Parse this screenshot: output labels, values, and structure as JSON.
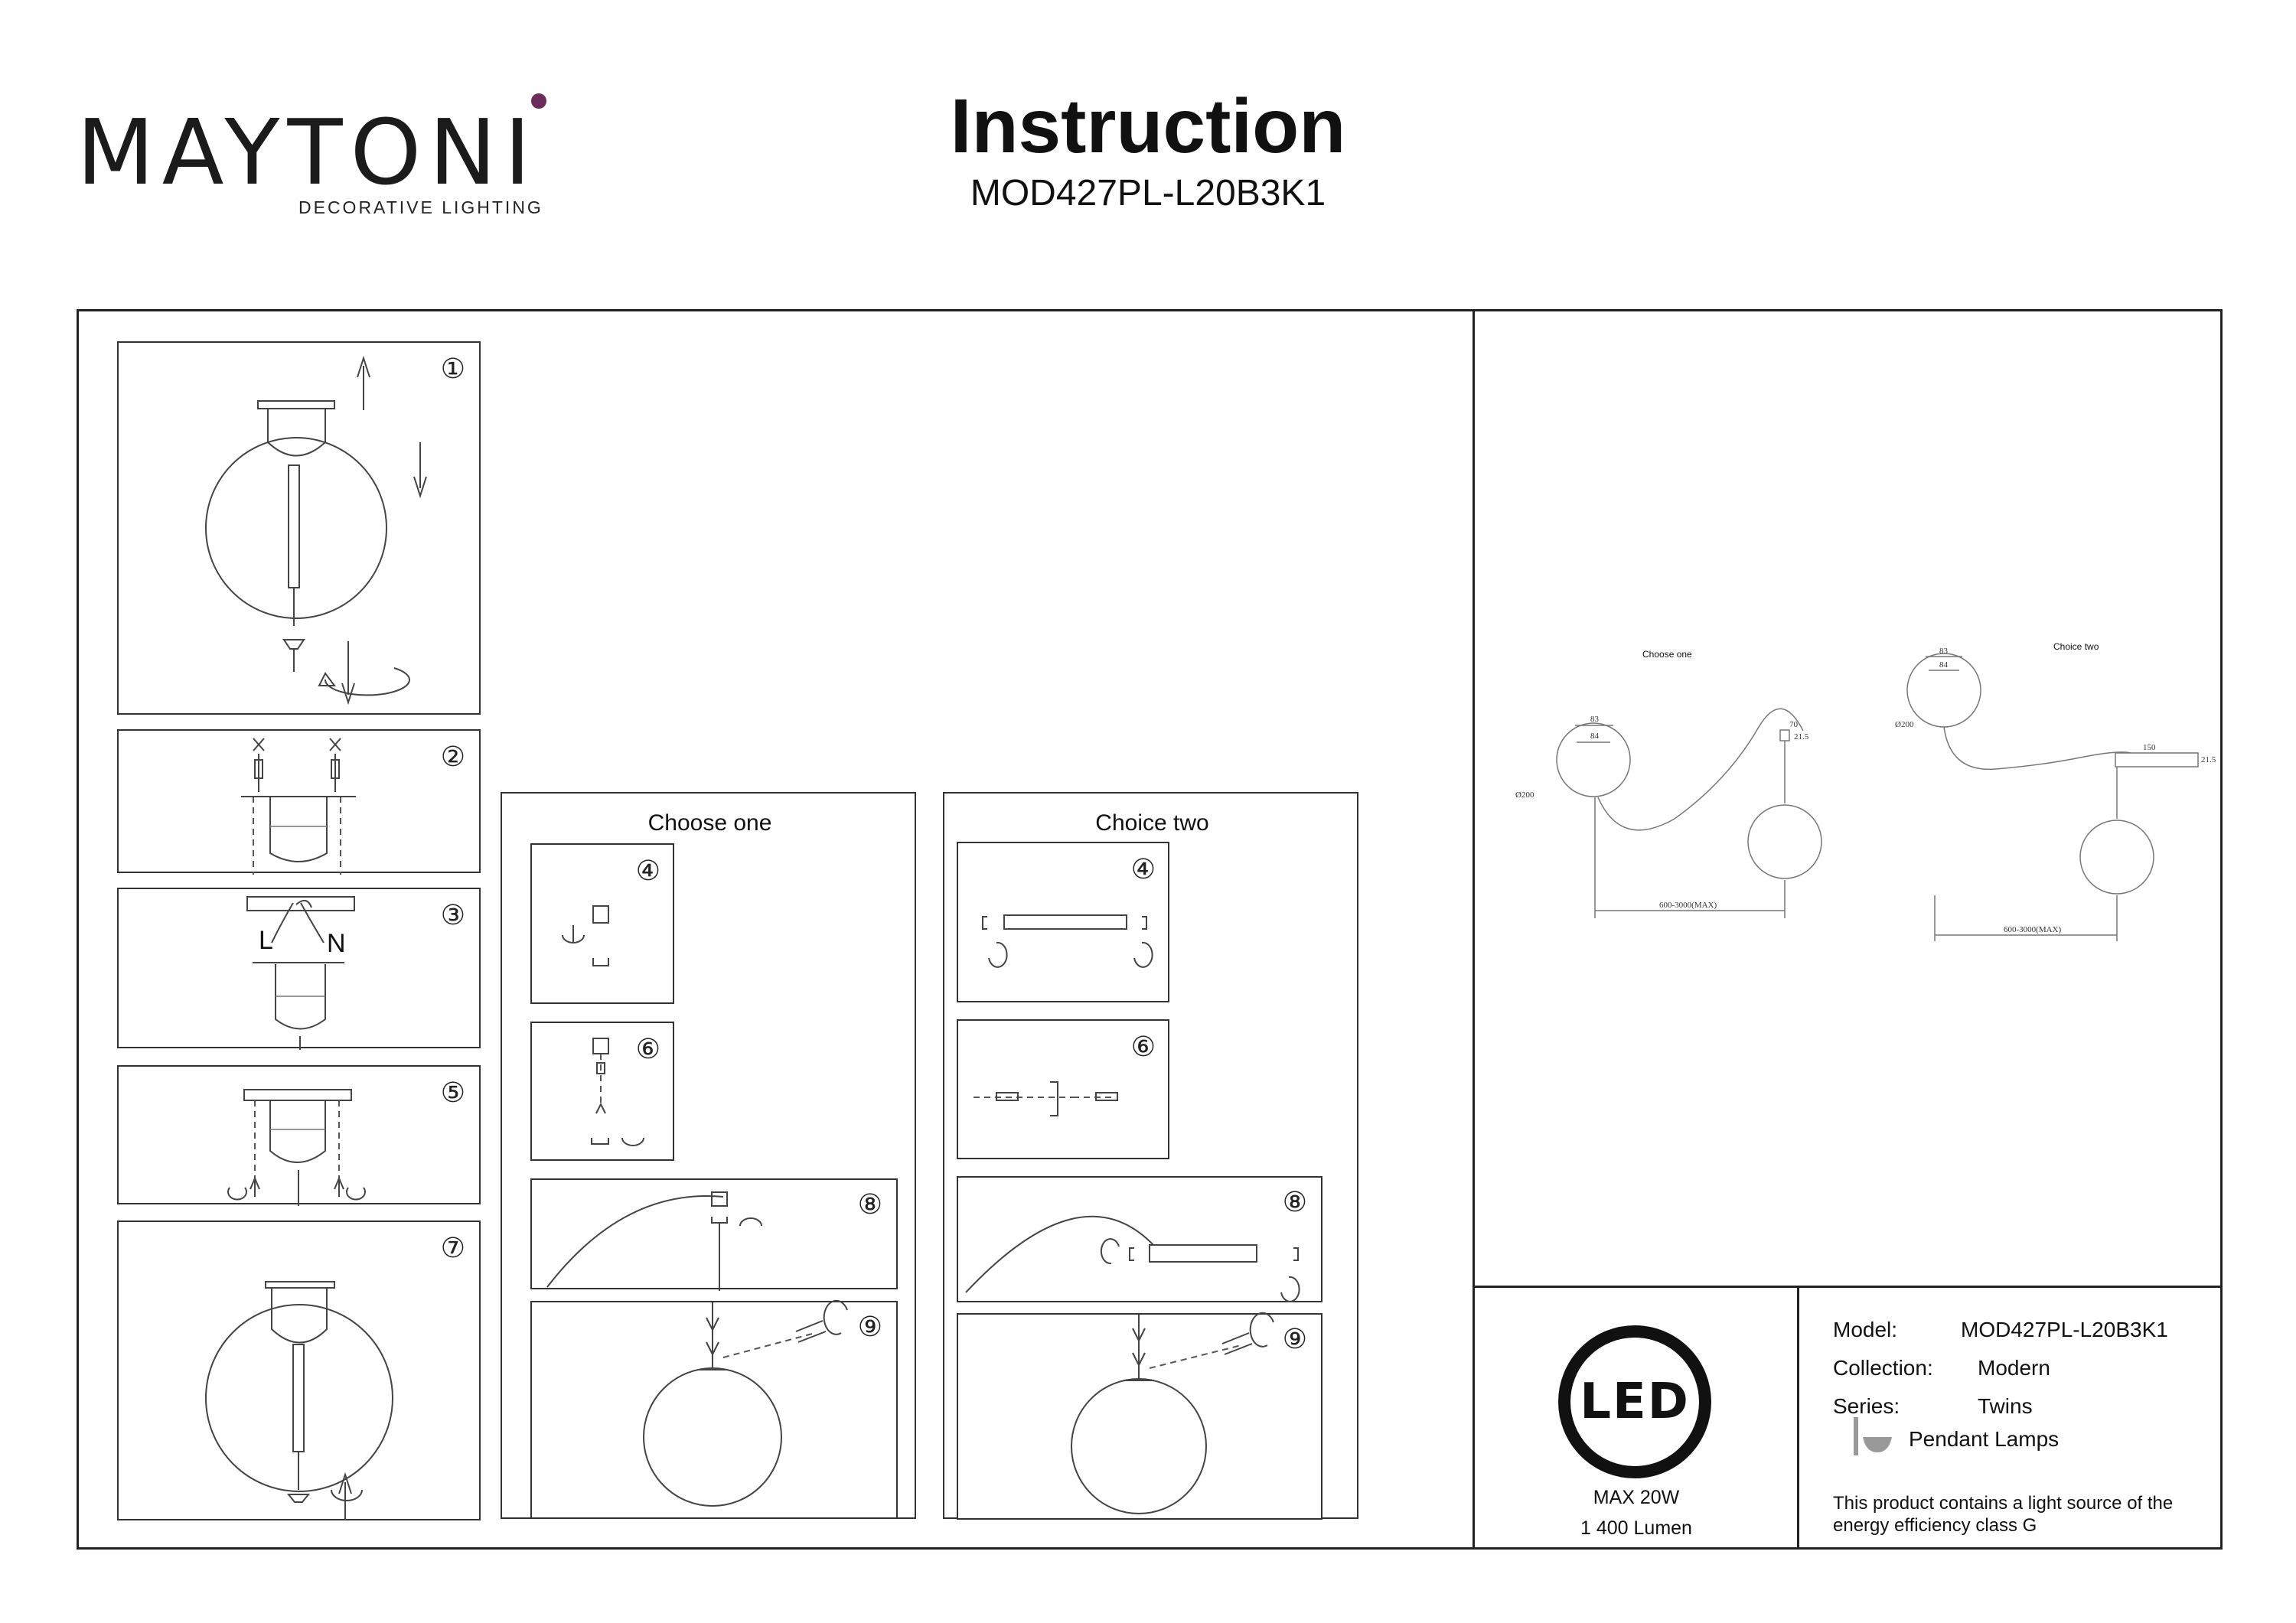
{
  "brand": {
    "name": "MAYTONI",
    "tagline": "DECORATIVE LIGHTING",
    "accent_color": "#6b2a5a"
  },
  "header": {
    "title": "Instruction",
    "model_code": "MOD427PL-L20B3K1"
  },
  "steps": {
    "s1": "①",
    "s2": "②",
    "s3": "③",
    "s5": "⑤",
    "s7": "⑦",
    "c1_s4": "④",
    "c1_s6": "⑥",
    "c1_s8": "⑧",
    "c1_s9": "⑨",
    "c2_s4": "④",
    "c2_s6": "⑥",
    "c2_s8": "⑧",
    "c2_s9": "⑨"
  },
  "wiring": {
    "live": "L",
    "neutral": "N"
  },
  "choices": {
    "one": "Choose one",
    "two": "Choice two"
  },
  "dimension_drawing": {
    "one": {
      "title": "Choose one",
      "d1": "83",
      "d2": "84",
      "diameter": "Ø200",
      "length": "600-3000(MAX)",
      "bracket": "70",
      "small": "21.5"
    },
    "two": {
      "title": "Choice two",
      "d1": "83",
      "d2": "84",
      "diameter": "Ø200",
      "length": "600-3000(MAX)",
      "bracket": "150",
      "small": "21.5"
    }
  },
  "footer": {
    "led_logo": "LED",
    "power": "MAX 20W",
    "lumen": "1 400 Lumen",
    "specs": [
      {
        "label": "Model:",
        "value": "MOD427PL-L20B3K1"
      },
      {
        "label": "Collection:",
        "value": "Modern"
      },
      {
        "label": "Series:",
        "value": "Twins"
      }
    ],
    "category": "Pendant Lamps",
    "energy_note": "This product contains a light source of the energy efficiency class G"
  }
}
